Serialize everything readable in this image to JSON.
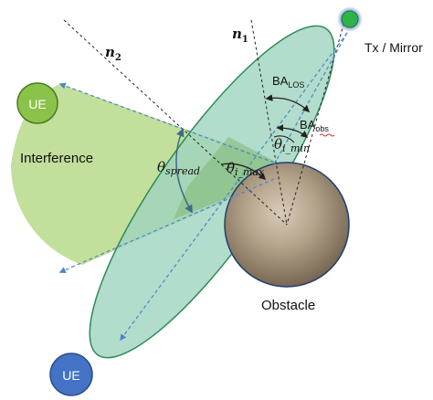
{
  "labels": {
    "tx": "Tx / Mirror",
    "ue_top": "UE",
    "ue_bottom": "UE",
    "interference": "Interference",
    "obstacle": "Obstacle",
    "n1_base": "n",
    "n1_sub": "1",
    "n2_base": "n",
    "n2_sub": "2",
    "ba_los_base": "BA",
    "ba_los_sub": "LOS",
    "ba_obs_base": "BA",
    "ba_obs_sub": "obs",
    "theta_spread_base": "θ",
    "theta_spread_sub": "spread",
    "theta_imax_base": "θ",
    "theta_imax_sub": "i_max",
    "theta_imin_base": "θ",
    "theta_imin_sub": "i_min"
  },
  "colors": {
    "interference_fill": "#b7d98a",
    "beam_fill": "#9fd3be",
    "beam_stroke": "#2e8b57",
    "ue_top_fill": "#8bc34a",
    "ue_bottom_fill": "#4472c4",
    "tx_fill": "#2db34a",
    "obstacle_fill": "#a89680",
    "dashed_blue": "#4a86c8"
  }
}
